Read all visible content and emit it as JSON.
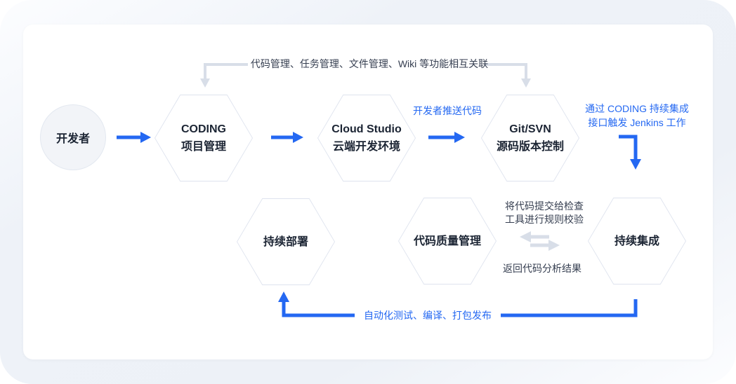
{
  "colors": {
    "accent_blue": "#2468F2",
    "gray_arrow": "#D8DEE8",
    "hex_border": "#DEE3EE",
    "node_label": "#1B2433",
    "note_text": "#353E50",
    "card_bg": "#FFFFFF",
    "frame_bg": "#EEF2F8"
  },
  "diagram": {
    "developer": "开发者",
    "hex_coding": {
      "line1": "CODING",
      "line2": "项目管理"
    },
    "hex_cloud_studio": {
      "line1": "Cloud Studio",
      "line2": "云端开发环境"
    },
    "hex_git_svn": {
      "line1": "Git/SVN",
      "line2": "源码版本控制"
    },
    "hex_cd": "持续部署",
    "hex_cqm": "代码质量管理",
    "hex_ci": "持续集成",
    "note_top": "代码管理、任务管理、文件管理、Wiki 等功能相互关联",
    "note_push": "开发者推送代码",
    "note_trigger1": "通过 CODING 持续集成",
    "note_trigger2": "接口触发 Jenkins 工作",
    "note_submit1": "将代码提交给检查",
    "note_submit2": "工具进行规则校验",
    "note_return": "返回代码分析结果",
    "note_auto": "自动化测试、编译、打包发布"
  }
}
